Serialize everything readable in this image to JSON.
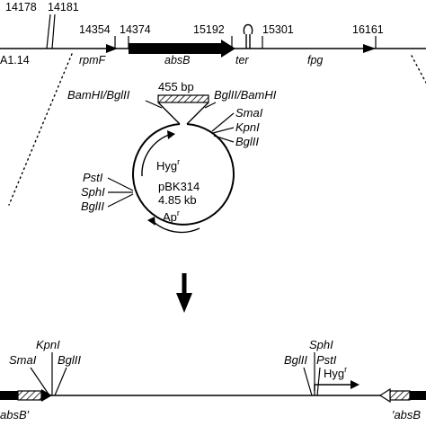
{
  "top_map": {
    "coords": [
      "14178",
      "14181",
      "14354",
      "14374",
      "15192",
      "15301",
      "16161"
    ],
    "left_cut_label": "A1.14",
    "genes": [
      "rpmF",
      "absB",
      "ter",
      "fpg"
    ]
  },
  "plasmid": {
    "insert_size": "455 bp",
    "name": "pBK314",
    "size": "4.85 kb",
    "hyg_label": "Hyg",
    "hyg_sup": "r",
    "amp_label": "Ap",
    "amp_sup": "r",
    "sites_left_top": "BamHI/BglII",
    "sites_right_top": "BglII/BamHI",
    "sites_right": [
      "SmaI",
      "KpnI",
      "BglII"
    ],
    "sites_left": [
      "PstI",
      "SphI",
      "BglII"
    ]
  },
  "bottom_map": {
    "left_sites": [
      "KpnI",
      "SmaI",
      "BglII"
    ],
    "right_sites": [
      "SphI",
      "BglII",
      "PstI"
    ],
    "hyg_label": "Hyg",
    "hyg_sup": "r",
    "left_gene": "absB′",
    "right_gene": "′absB"
  }
}
